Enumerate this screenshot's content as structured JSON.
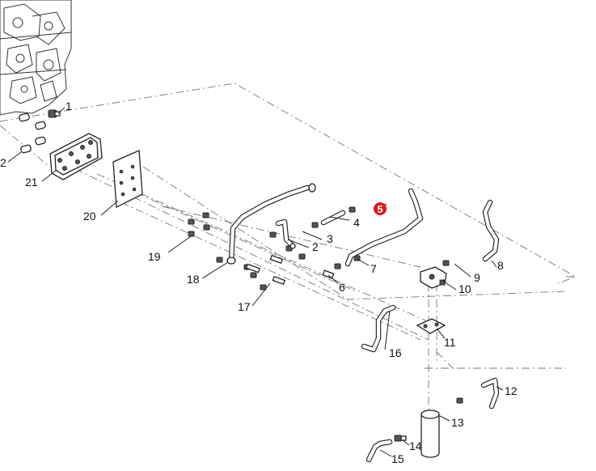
{
  "diagram": {
    "highlight_color": "#e0161b",
    "highlighted_part": "5",
    "callouts": [
      "1",
      "2",
      "2",
      "3",
      "4",
      "5",
      "6",
      "7",
      "8",
      "9",
      "10",
      "11",
      "12",
      "13",
      "14",
      "15",
      "16",
      "17",
      "18",
      "19",
      "20",
      "21"
    ]
  }
}
